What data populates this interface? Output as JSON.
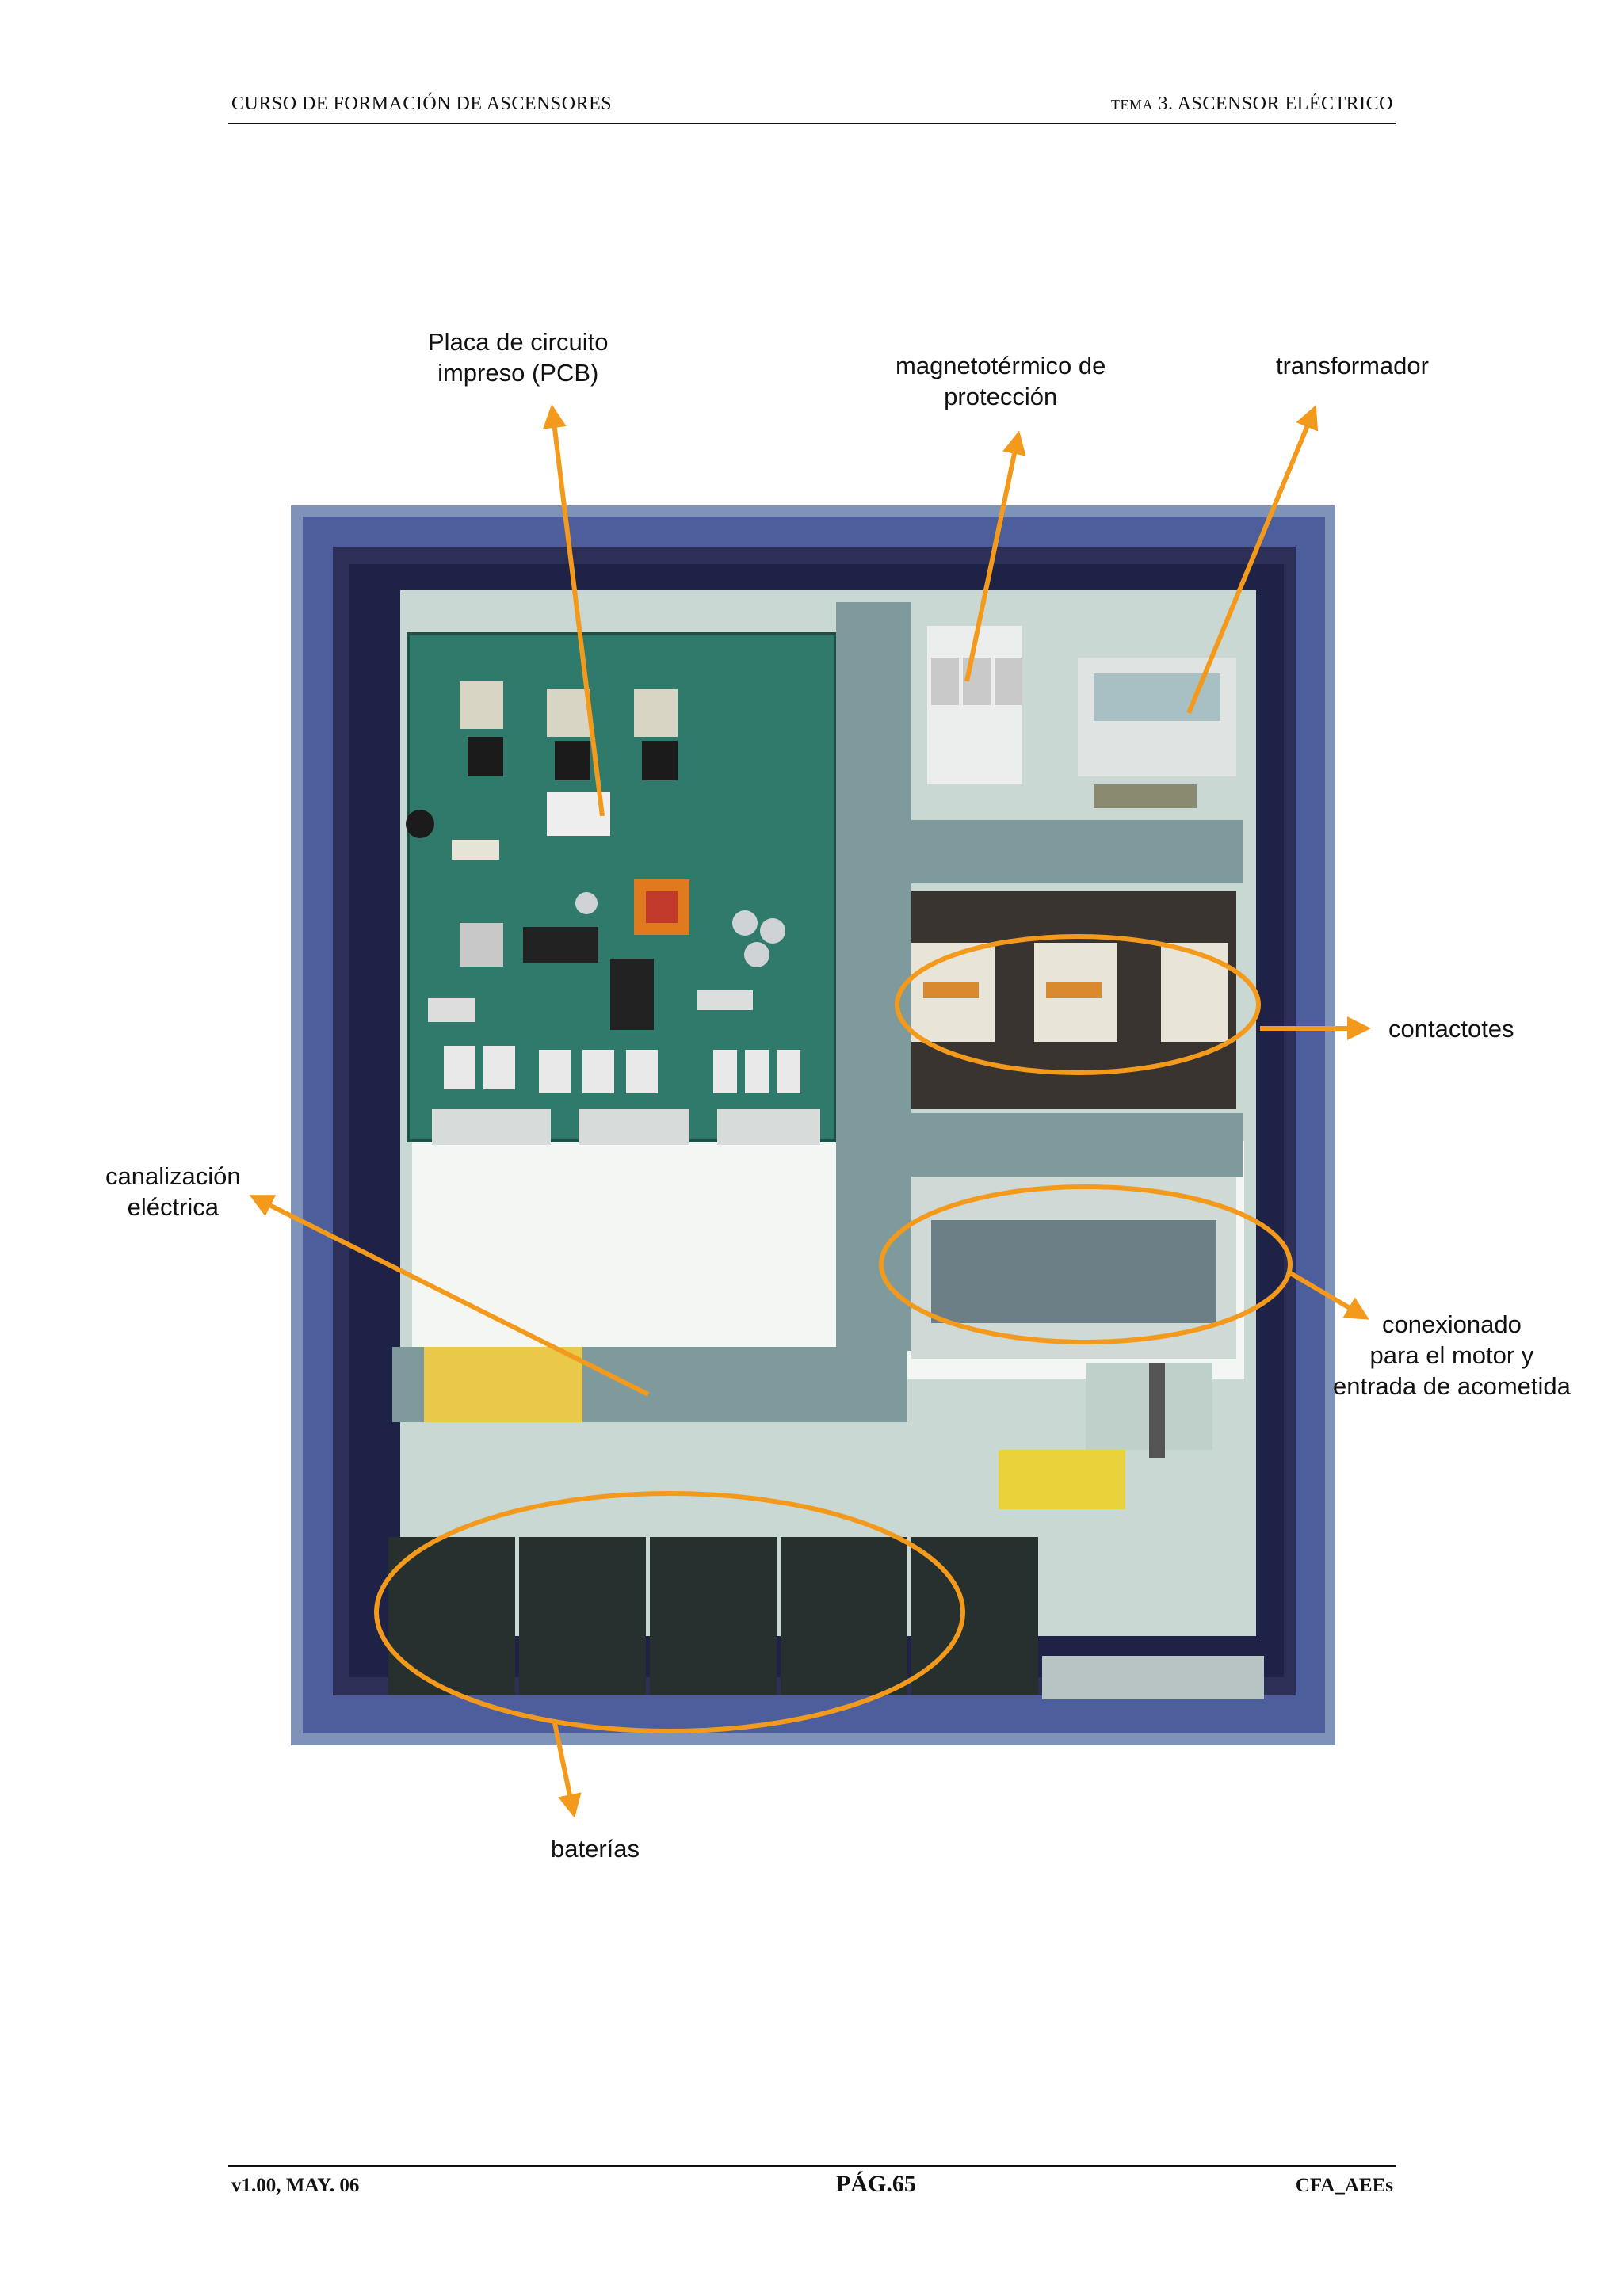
{
  "header": {
    "left": "CURSO DE FORMACIÓN DE ASCENSORES",
    "right_prefix": "TEMA",
    "right": "3. ASCENSOR ELÉCTRICO"
  },
  "labels": {
    "pcb_line1": "Placa de circuito",
    "pcb_line2": "impreso (PCB)",
    "breaker_line1": "magnetotérmico de",
    "breaker_line2": "protección",
    "transformer": "transformador",
    "contactors": "contactotes",
    "duct_line1": "canalización",
    "duct_line2": "eléctrica",
    "terminals_line1": "conexionado",
    "terminals_line2": "para el motor y",
    "terminals_line3": "entrada de acometida",
    "batteries": "baterías"
  },
  "footer": {
    "version": "v1.00, MAY. 06",
    "page": "PÁG.65",
    "code": "CFA_AEEs"
  },
  "colors": {
    "annotation": "#f39a1c",
    "cabinet_frame": "#4a5f9c",
    "pcb": "#2f7a6b",
    "duct": "#7e9a9c"
  }
}
